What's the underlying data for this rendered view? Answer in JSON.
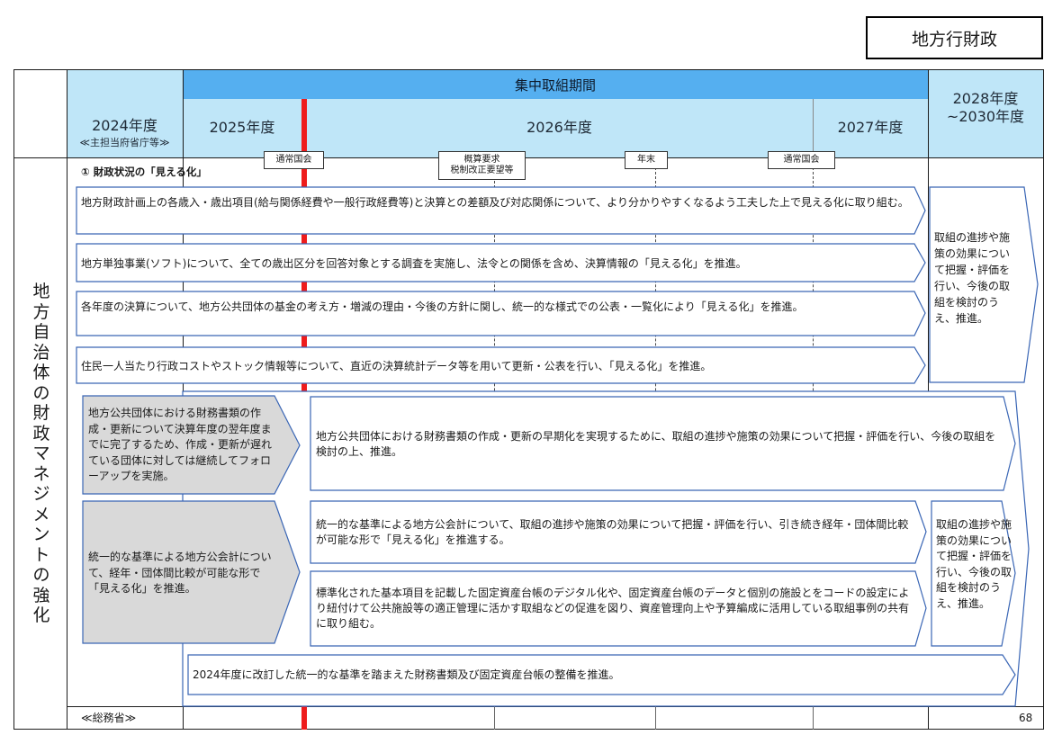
{
  "category_tag": "地方行財政",
  "header": {
    "intensive_period": "集中取組期間",
    "fy2024": "2024年度",
    "fy2024_sub": "≪主担当府省庁等≫",
    "fy2025": "2025年度",
    "fy2026": "2026年度",
    "fy2027": "2027年度",
    "fy2028": "2028年度",
    "fy2028_range": "~2030年度"
  },
  "milestones": {
    "diet_session_1": "通常国会",
    "budget_request_line1": "概算要求",
    "budget_request_line2": "税制改正要望等",
    "year_end": "年末",
    "diet_session_2": "通常国会"
  },
  "side_label": "地方自治体の財政マネジメントの強化",
  "section_label": "① 財政状況の「見える化」",
  "items": {
    "item1": "地方財政計画上の各歳入・歳出項目(給与関係経費や一般行政経費等)と決算との差額及び対応関係について、より分かりやすくなるよう工夫した上で見える化に取り組む。",
    "item2": "地方単独事業(ソフト)について、全ての歳出区分を回答対象とする調査を実施し、法令との関係を含め、決算情報の「見える化」を推進。",
    "item3": "各年度の決算について、地方公共団体の基金の考え方・増減の理由・今後の方針に関し、統一的な様式での公表・一覧化により「見える化」を推進。",
    "item4": "住民一人当たり行政コストやストック情報等について、直近の決算統計データ等を用いて更新・公表を行い、「見える化」を推進。",
    "followup_top": "取組の進捗や施策の効果について把握・評価を行い、今後の取組を検討のうえ、推進。",
    "grey1": "地方公共団体における財務書類の作成・更新について決算年度の翌年度までに完了するため、作成・更新が遅れている団体に対しては継続してフォローアップを実施。",
    "item5": "地方公共団体における財務書類の作成・更新の早期化を実現するために、取組の進捗や施策の効果について把握・評価を行い、今後の取組を検討の上、推進。",
    "grey2": "統一的な基準による地方公会計について、経年・団体間比較が可能な形で「見える化」を推進。",
    "item6": "統一的な基準による地方公会計について、取組の進捗や施策の効果について把握・評価を行い、引き続き経年・団体間比較が可能な形で「見える化」を推進する。",
    "item7": "標準化された基本項目を記載した固定資産台帳のデジタル化や、固定資産台帳のデータと個別の施設とをコードの設定により紐付けて公共施設等の適正管理に活かす取組などの促進を図り、資産管理向上や予算編成に活用している取組事例の共有に取り組む。",
    "followup_bottom": "取組の進捗や施策の効果について把握・評価を行い、今後の取組を検討のうえ、推進。",
    "item8": "2024年度に改訂した統一的な基準を踏まえた財務書類及び固定資産台帳の整備を推進。"
  },
  "ministry": "≪総務省≫",
  "page_number": "68"
}
